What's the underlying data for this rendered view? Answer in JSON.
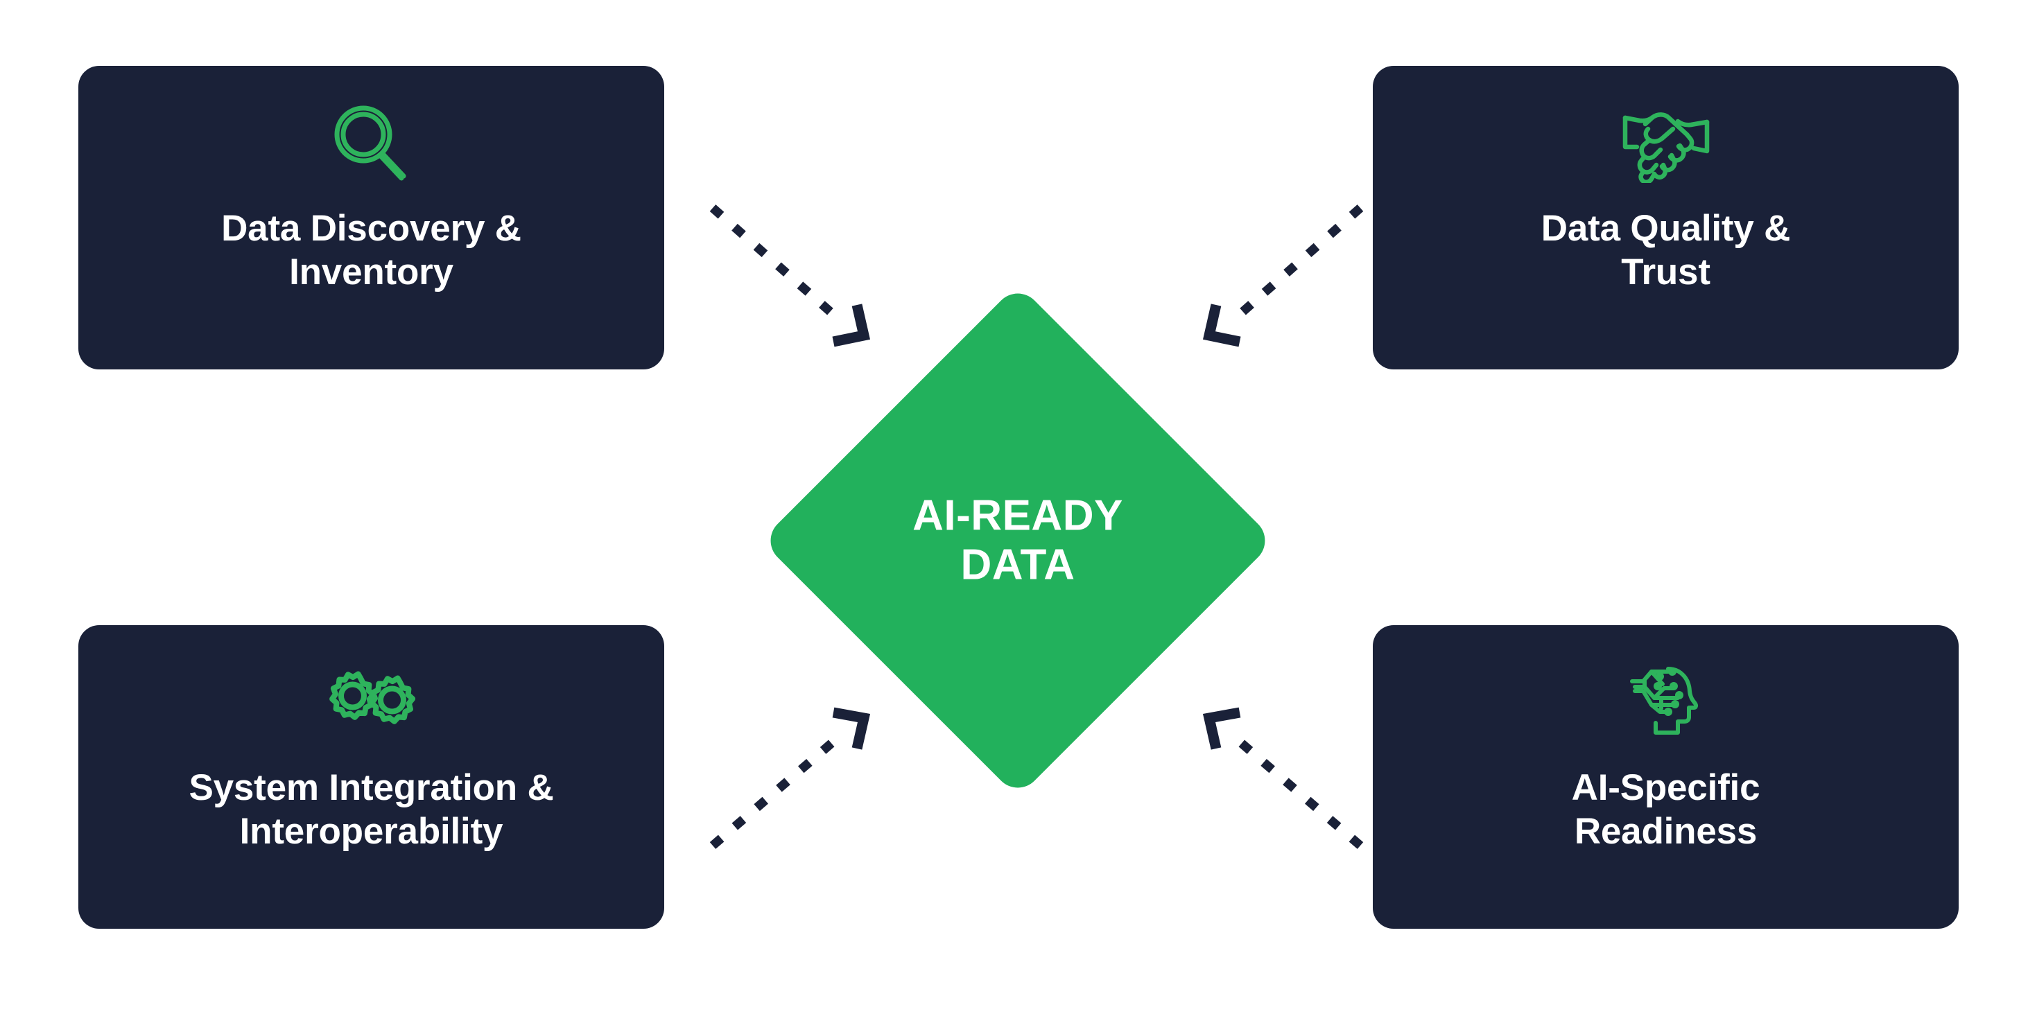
{
  "diagram": {
    "title_center": "AI-READY\nDATA",
    "center_shape": "diamond",
    "background_color": "#ffffff",
    "card_color": "#1a2138",
    "accent_green": "#22b15c",
    "icon_green": "#2eb35c",
    "text_color": "#ffffff",
    "arrow_color": "#1a2138",
    "arrow_style": "dashed-inward"
  },
  "cards": [
    {
      "id": "data-discovery-inventory",
      "position": "top-left",
      "label": "Data Discovery &\nInventory",
      "icon": "magnifier-icon"
    },
    {
      "id": "data-quality-trust",
      "position": "top-right",
      "label": "Data Quality &\nTrust",
      "icon": "handshake-icon"
    },
    {
      "id": "system-integration-interoperability",
      "position": "bottom-left",
      "label": "System Integration &\nInteroperability",
      "icon": "gears-icon"
    },
    {
      "id": "ai-specific-readiness",
      "position": "bottom-right",
      "label": "AI-Specific\nReadiness",
      "icon": "ai-brain-head-icon"
    }
  ],
  "arrows": [
    {
      "id": "arrow-top-left-to-center",
      "from": "data-discovery-inventory",
      "to": "ai-ready-data"
    },
    {
      "id": "arrow-top-right-to-center",
      "from": "data-quality-trust",
      "to": "ai-ready-data"
    },
    {
      "id": "arrow-bottom-left-to-center",
      "from": "system-integration-interoperability",
      "to": "ai-ready-data"
    },
    {
      "id": "arrow-bottom-right-to-center",
      "from": "ai-specific-readiness",
      "to": "ai-ready-data"
    }
  ]
}
